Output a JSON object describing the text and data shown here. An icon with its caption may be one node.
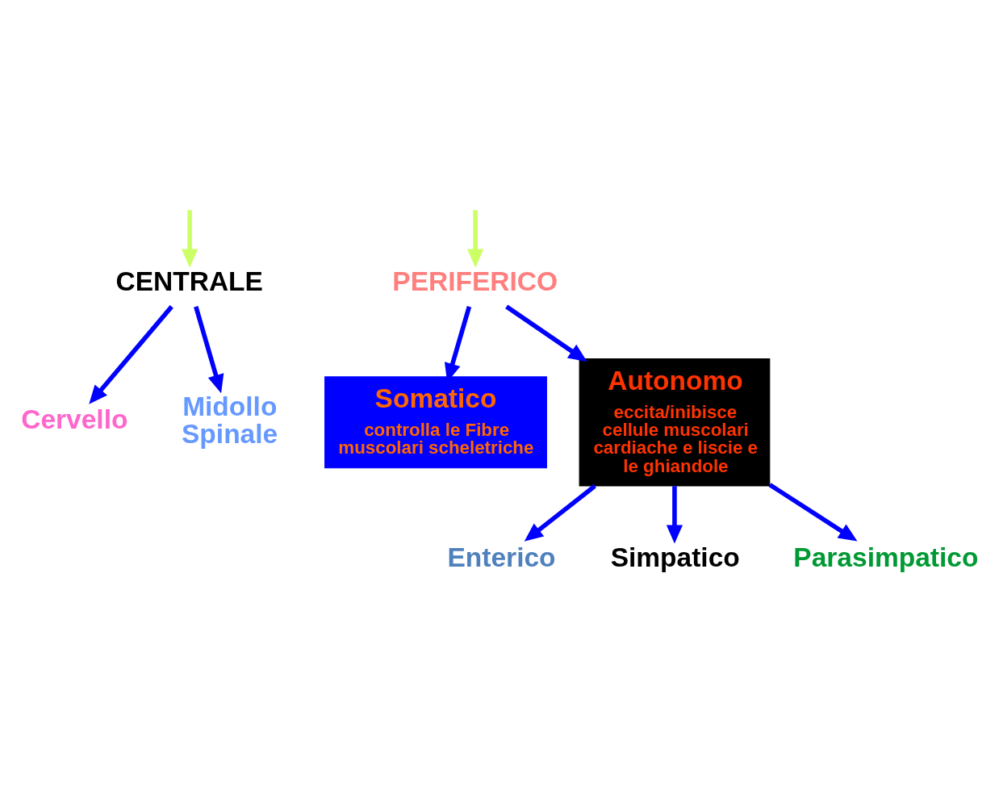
{
  "diagram": {
    "nodes": [
      {
        "text": [
          "CENTRALE"
        ]
      },
      {
        "text": [
          "PERIFERICO"
        ]
      },
      {
        "text": [
          "Cervello"
        ]
      },
      {
        "text": [
          "Midollo Spinale"
        ]
      },
      {
        "text": [
          "Somatico",
          "controlla le Fibre muscolari scheletriche"
        ]
      },
      {
        "text": [
          "Autonomo",
          "eccita/inibisce cellule muscolari cardiache e liscie e le ghiandole"
        ]
      },
      {
        "text": [
          "Enterico"
        ]
      },
      {
        "text": [
          "Simpatico"
        ]
      },
      {
        "text": [
          "Parasimpatico"
        ]
      }
    ],
    "edges": [
      {
        "from": null,
        "to": 0,
        "arrow": "to",
        "color": "#ccff66"
      },
      {
        "from": null,
        "to": 1,
        "arrow": "to",
        "color": "#ccff66"
      },
      {
        "from": 0,
        "to": 2,
        "arrow": "to"
      },
      {
        "from": 0,
        "to": 3,
        "arrow": "to"
      },
      {
        "from": 1,
        "to": 4,
        "arrow": "to"
      },
      {
        "from": 1,
        "to": 5,
        "arrow": "to"
      },
      {
        "from": 5,
        "to": 6,
        "arrow": "to"
      },
      {
        "from": 5,
        "to": 7,
        "arrow": "to"
      },
      {
        "from": 5,
        "to": 8,
        "arrow": "to"
      }
    ]
  }
}
